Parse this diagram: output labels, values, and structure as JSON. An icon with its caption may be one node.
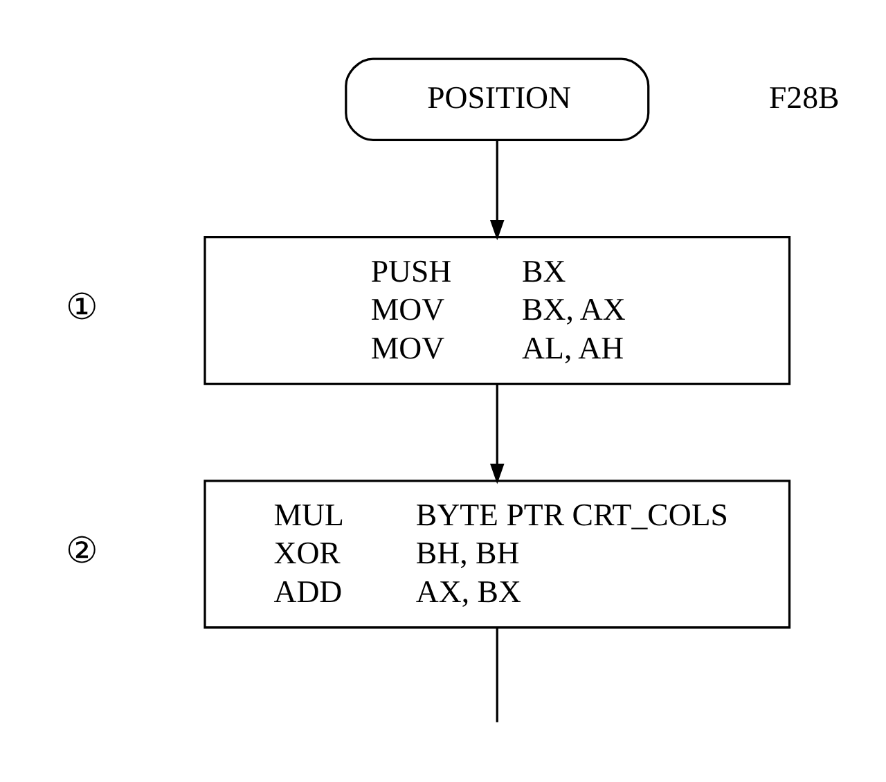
{
  "diagram": {
    "nodes": [
      {
        "text": [
          "POSITION"
        ]
      },
      {
        "text": [
          "PUSH",
          "BX",
          "MOV",
          "BX, AX",
          "MOV",
          "AL, AH"
        ],
        "beside": [
          "①"
        ]
      },
      {
        "text": [
          "MUL",
          "BYTE PTR CRT_COLS",
          "XOR",
          "BH, BH",
          "ADD",
          "AX, BX"
        ],
        "beside": [
          "②"
        ]
      }
    ],
    "edges": [
      {
        "from": 0,
        "to": 1,
        "arrow": "to"
      },
      {
        "from": 1,
        "to": 2,
        "arrow": "to"
      },
      {
        "from": 2,
        "to": null,
        "arrow": "none"
      }
    ],
    "labels": [
      "F28B"
    ]
  }
}
